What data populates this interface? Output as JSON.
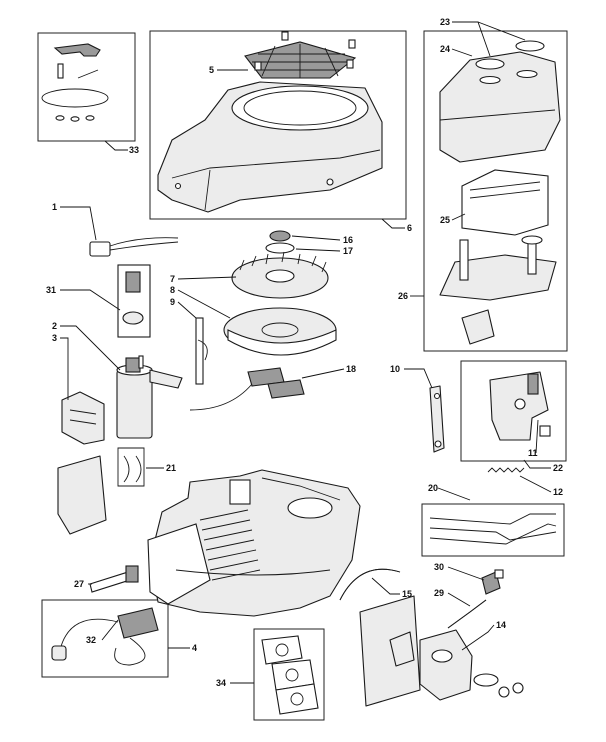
{
  "callouts": [
    {
      "id": "c33",
      "label": "33"
    },
    {
      "id": "c5",
      "label": "5"
    },
    {
      "id": "c6",
      "label": "6"
    },
    {
      "id": "c23",
      "label": "23"
    },
    {
      "id": "c24",
      "label": "24"
    },
    {
      "id": "c25",
      "label": "25"
    },
    {
      "id": "c26",
      "label": "26"
    },
    {
      "id": "c1",
      "label": "1"
    },
    {
      "id": "c16",
      "label": "16"
    },
    {
      "id": "c17",
      "label": "17"
    },
    {
      "id": "c7",
      "label": "7"
    },
    {
      "id": "c8",
      "label": "8"
    },
    {
      "id": "c9",
      "label": "9"
    },
    {
      "id": "c31",
      "label": "31"
    },
    {
      "id": "c2",
      "label": "2"
    },
    {
      "id": "c3",
      "label": "3"
    },
    {
      "id": "c18",
      "label": "18"
    },
    {
      "id": "c10",
      "label": "10"
    },
    {
      "id": "c11",
      "label": "11"
    },
    {
      "id": "c22",
      "label": "22"
    },
    {
      "id": "c12",
      "label": "12"
    },
    {
      "id": "c21",
      "label": "21"
    },
    {
      "id": "c20",
      "label": "20"
    },
    {
      "id": "c27",
      "label": "27"
    },
    {
      "id": "c30",
      "label": "30"
    },
    {
      "id": "c29",
      "label": "29"
    },
    {
      "id": "c15",
      "label": "15"
    },
    {
      "id": "c14",
      "label": "14"
    },
    {
      "id": "c32",
      "label": "32"
    },
    {
      "id": "c4",
      "label": "4"
    },
    {
      "id": "c34",
      "label": "34"
    }
  ]
}
